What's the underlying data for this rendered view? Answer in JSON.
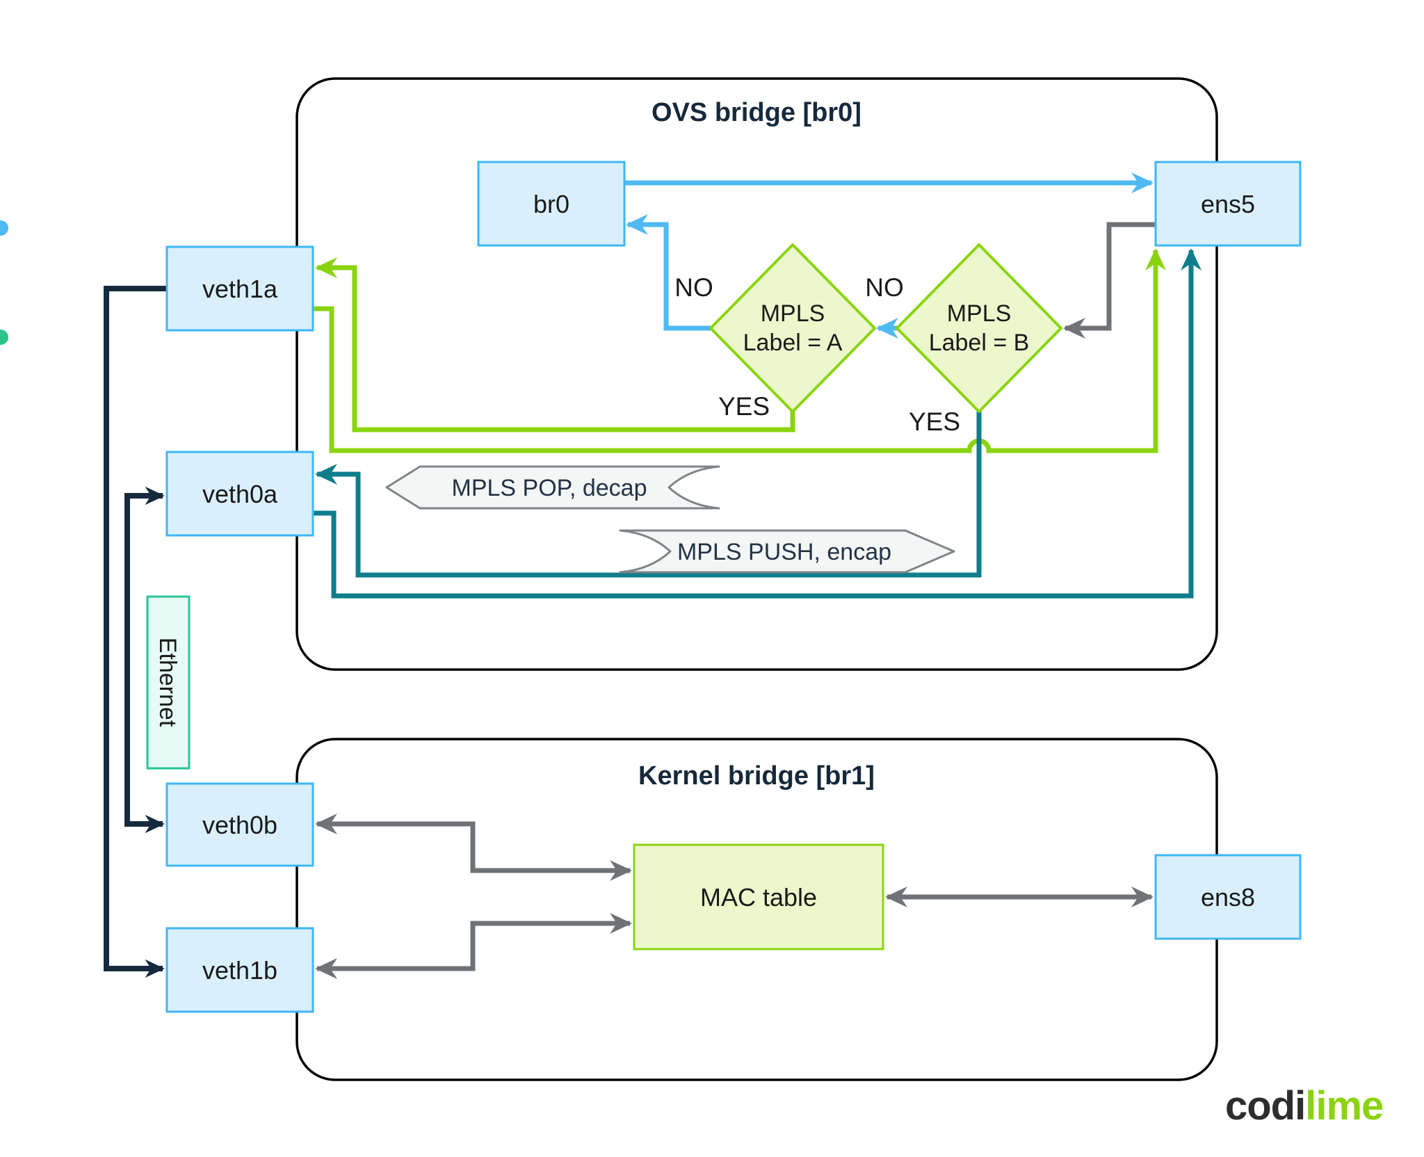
{
  "ovs_bridge": {
    "title": "OVS bridge [br0]"
  },
  "kernel_bridge": {
    "title": "Kernel bridge [br1]"
  },
  "nodes": {
    "br0": "br0",
    "ens5": "ens5",
    "veth1a": "veth1a",
    "veth0a": "veth0a",
    "veth0b": "veth0b",
    "veth1b": "veth1b",
    "ens8": "ens8",
    "mac_table": "MAC table",
    "ethernet": "Ethernet"
  },
  "decisions": {
    "a": {
      "line1": "MPLS",
      "line2": "Label = A"
    },
    "b": {
      "line1": "MPLS",
      "line2": "Label = B"
    }
  },
  "labels": {
    "no_a": "NO",
    "no_b": "NO",
    "yes_a": "YES",
    "yes_b": "YES"
  },
  "banners": {
    "pop": "MPLS POP, decap",
    "push": "MPLS PUSH, encap"
  },
  "logo": {
    "dark": "codi",
    "lime": "lime"
  },
  "colors": {
    "node_fill": "#D9F0FC",
    "node_border": "#3DB7F5",
    "blue_flow": "#4FB9F2",
    "lime_flow": "#8AD40E",
    "teal_flow": "#0F7D8C",
    "navy_flow": "#152A3E",
    "gray_flow": "#6F7377",
    "diamond_fill": "#EDF7CC",
    "banner_fill": "#F4F6F6",
    "banner_border": "#7E8488",
    "ethernet_fill": "#E6FBF3",
    "ethernet_border": "#27C498",
    "container_border": "#000000",
    "title_text": "#16293C",
    "logo_dark": "#2D2D2D",
    "logo_lime": "#8CD211"
  },
  "edges": [
    {
      "from": "br0",
      "to": "ens5",
      "color": "blue",
      "label": ""
    },
    {
      "from": "MPLS Label = A",
      "to": "br0",
      "color": "blue",
      "label": "NO"
    },
    {
      "from": "MPLS Label = B",
      "to": "MPLS Label = A",
      "color": "blue",
      "label": "NO"
    },
    {
      "from": "ens5",
      "to": "MPLS Label = B",
      "color": "gray",
      "label": ""
    },
    {
      "from": "MPLS Label = A",
      "to": "veth1a",
      "color": "lime",
      "label": "YES"
    },
    {
      "from": "veth1a",
      "to": "ens5",
      "color": "lime",
      "label": ""
    },
    {
      "from": "MPLS Label = B",
      "to": "veth0a",
      "color": "teal",
      "label": "YES / MPLS POP, decap"
    },
    {
      "from": "veth0a",
      "to": "ens5",
      "color": "teal",
      "label": "MPLS PUSH, encap"
    },
    {
      "from": "veth1a",
      "to": "veth1b",
      "color": "navy",
      "label": "Ethernet"
    },
    {
      "from": "veth0a",
      "to": "veth0b",
      "color": "navy",
      "label": "Ethernet"
    },
    {
      "from": "veth0b",
      "to": "MAC table",
      "color": "gray",
      "label": "bidirectional"
    },
    {
      "from": "veth1b",
      "to": "MAC table",
      "color": "gray",
      "label": "bidirectional"
    },
    {
      "from": "MAC table",
      "to": "ens8",
      "color": "gray",
      "label": "bidirectional"
    }
  ]
}
